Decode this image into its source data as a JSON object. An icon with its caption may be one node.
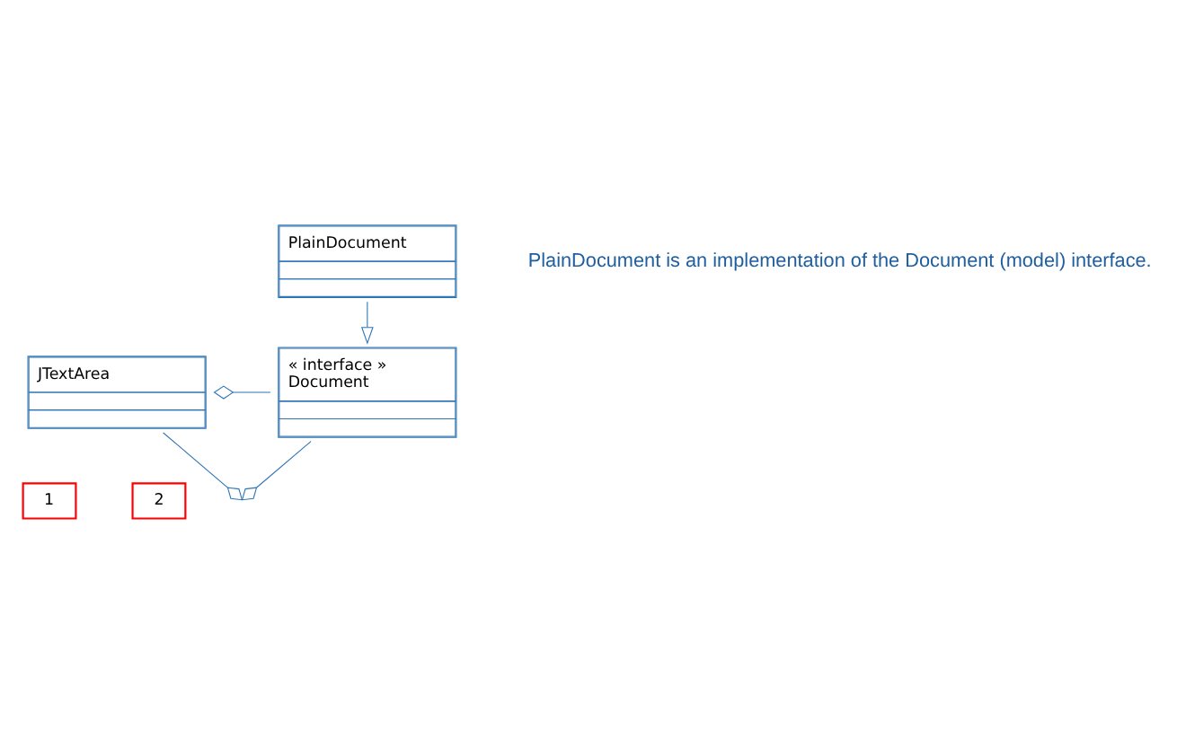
{
  "diagram": {
    "nodes": [
      {
        "text": [
          "1"
        ]
      },
      {
        "text": [
          "2"
        ]
      },
      {
        "text": [
          "« interface »",
          "Document"
        ]
      },
      {
        "text": [
          "JTextArea"
        ]
      },
      {
        "text": [
          "PlainDocument"
        ]
      }
    ],
    "edges": [
      {
        "from": 2,
        "to": null,
        "arrow": "other"
      },
      {
        "from": 3,
        "to": null,
        "arrow": "other"
      },
      {
        "from": 2,
        "to": 3,
        "arrow": "other"
      },
      {
        "from": 4,
        "to": 2,
        "arrow": "to"
      }
    ],
    "labels": [
      "PlainDocument is an implementation of the Document (model) interface."
    ]
  }
}
